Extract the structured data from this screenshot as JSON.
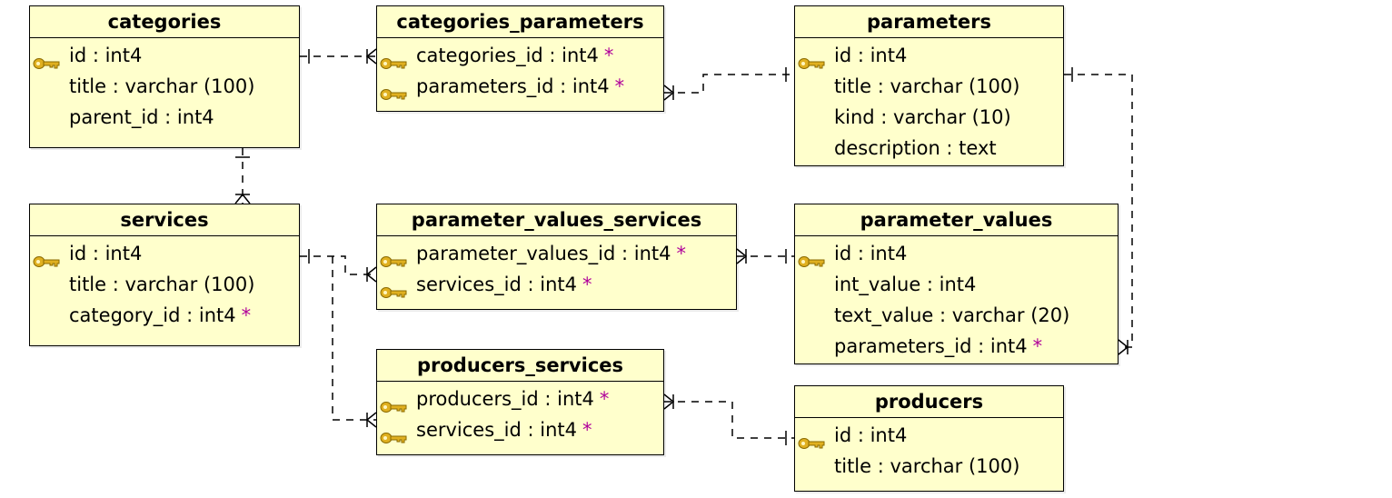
{
  "tables": [
    {
      "name": "categories",
      "columns": [
        {
          "key": true,
          "text": "id : int4",
          "fk": false
        },
        {
          "key": false,
          "text": "title : varchar (100)",
          "fk": false
        },
        {
          "key": false,
          "text": "parent_id : int4",
          "fk": false
        }
      ]
    },
    {
      "name": "categories_parameters",
      "columns": [
        {
          "key": true,
          "text": "categories_id : int4",
          "fk": true
        },
        {
          "key": true,
          "text": "parameters_id : int4",
          "fk": true
        }
      ]
    },
    {
      "name": "parameters",
      "columns": [
        {
          "key": true,
          "text": "id : int4",
          "fk": false
        },
        {
          "key": false,
          "text": "title : varchar (100)",
          "fk": false
        },
        {
          "key": false,
          "text": "kind : varchar (10)",
          "fk": false
        },
        {
          "key": false,
          "text": "description : text",
          "fk": false
        }
      ]
    },
    {
      "name": "services",
      "columns": [
        {
          "key": true,
          "text": "id : int4",
          "fk": false
        },
        {
          "key": false,
          "text": "title : varchar (100)",
          "fk": false
        },
        {
          "key": false,
          "text": "category_id : int4",
          "fk": true
        }
      ]
    },
    {
      "name": "parameter_values_services",
      "columns": [
        {
          "key": true,
          "text": "parameter_values_id : int4",
          "fk": true
        },
        {
          "key": true,
          "text": "services_id : int4",
          "fk": true
        }
      ]
    },
    {
      "name": "parameter_values",
      "columns": [
        {
          "key": true,
          "text": "id : int4",
          "fk": false
        },
        {
          "key": false,
          "text": "int_value : int4",
          "fk": false
        },
        {
          "key": false,
          "text": "text_value : varchar (20)",
          "fk": false
        },
        {
          "key": false,
          "text": "parameters_id : int4",
          "fk": true
        }
      ]
    },
    {
      "name": "producers_services",
      "columns": [
        {
          "key": true,
          "text": "producers_id : int4",
          "fk": true
        },
        {
          "key": true,
          "text": "services_id : int4",
          "fk": true
        }
      ]
    },
    {
      "name": "producers",
      "columns": [
        {
          "key": true,
          "text": "id : int4",
          "fk": false
        },
        {
          "key": false,
          "text": "title : varchar (100)",
          "fk": false
        }
      ]
    }
  ],
  "fk_marker": "*",
  "colors": {
    "table_fill": "#ffffcc",
    "border": "#000000",
    "fk_marker": "#b0009a",
    "key_icon": "#e0b020"
  },
  "icons": {
    "primary_key": "key-icon"
  }
}
